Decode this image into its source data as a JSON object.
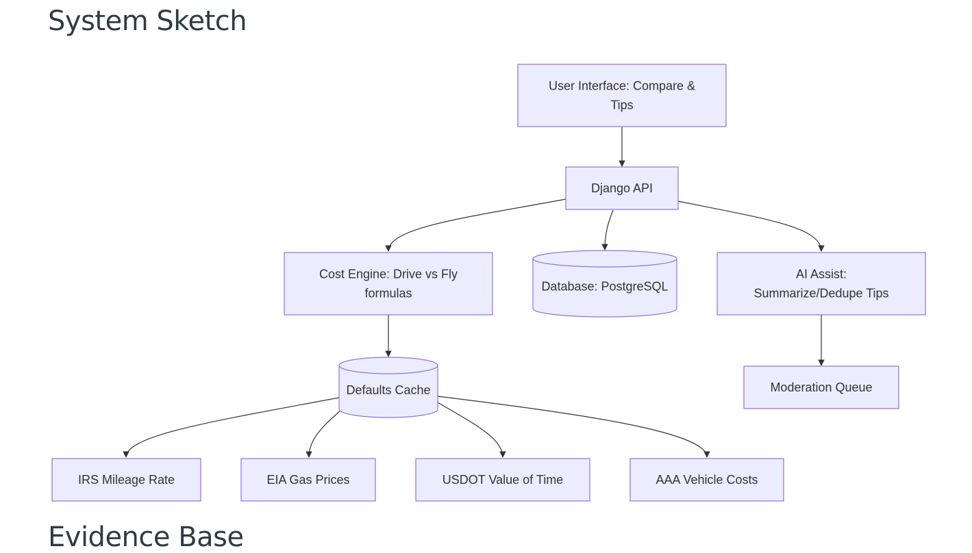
{
  "page": {
    "title": "System Sketch",
    "next_section_title": "Evidence Base"
  },
  "diagram": {
    "type": "flowchart",
    "direction": "top-down",
    "colors": {
      "node_fill": "#ececff",
      "node_stroke": "#9370db",
      "edge": "#333333"
    },
    "nodes": {
      "ui": {
        "shape": "rect",
        "lines": [
          "User Interface: Compare &",
          "Tips"
        ]
      },
      "api": {
        "shape": "rect",
        "lines": [
          "Django API"
        ]
      },
      "cost": {
        "shape": "rect",
        "lines": [
          "Cost Engine: Drive vs Fly",
          "formulas"
        ]
      },
      "db": {
        "shape": "cylinder",
        "lines": [
          "Database: PostgreSQL"
        ]
      },
      "ai": {
        "shape": "rect",
        "lines": [
          "AI Assist:",
          "Summarize/Dedupe Tips"
        ]
      },
      "cache": {
        "shape": "cylinder",
        "lines": [
          "Defaults Cache"
        ]
      },
      "mod": {
        "shape": "rect",
        "lines": [
          "Moderation Queue"
        ]
      },
      "irs": {
        "shape": "rect",
        "lines": [
          "IRS Mileage Rate"
        ]
      },
      "eia": {
        "shape": "rect",
        "lines": [
          "EIA Gas Prices"
        ]
      },
      "usdot": {
        "shape": "rect",
        "lines": [
          "USDOT Value of Time"
        ]
      },
      "aaa": {
        "shape": "rect",
        "lines": [
          "AAA Vehicle Costs"
        ]
      }
    },
    "edges": [
      {
        "from": "ui",
        "to": "api"
      },
      {
        "from": "api",
        "to": "cost"
      },
      {
        "from": "api",
        "to": "db"
      },
      {
        "from": "api",
        "to": "ai"
      },
      {
        "from": "cost",
        "to": "cache"
      },
      {
        "from": "ai",
        "to": "mod"
      },
      {
        "from": "cache",
        "to": "irs"
      },
      {
        "from": "cache",
        "to": "eia"
      },
      {
        "from": "cache",
        "to": "usdot"
      },
      {
        "from": "cache",
        "to": "aaa"
      }
    ]
  }
}
